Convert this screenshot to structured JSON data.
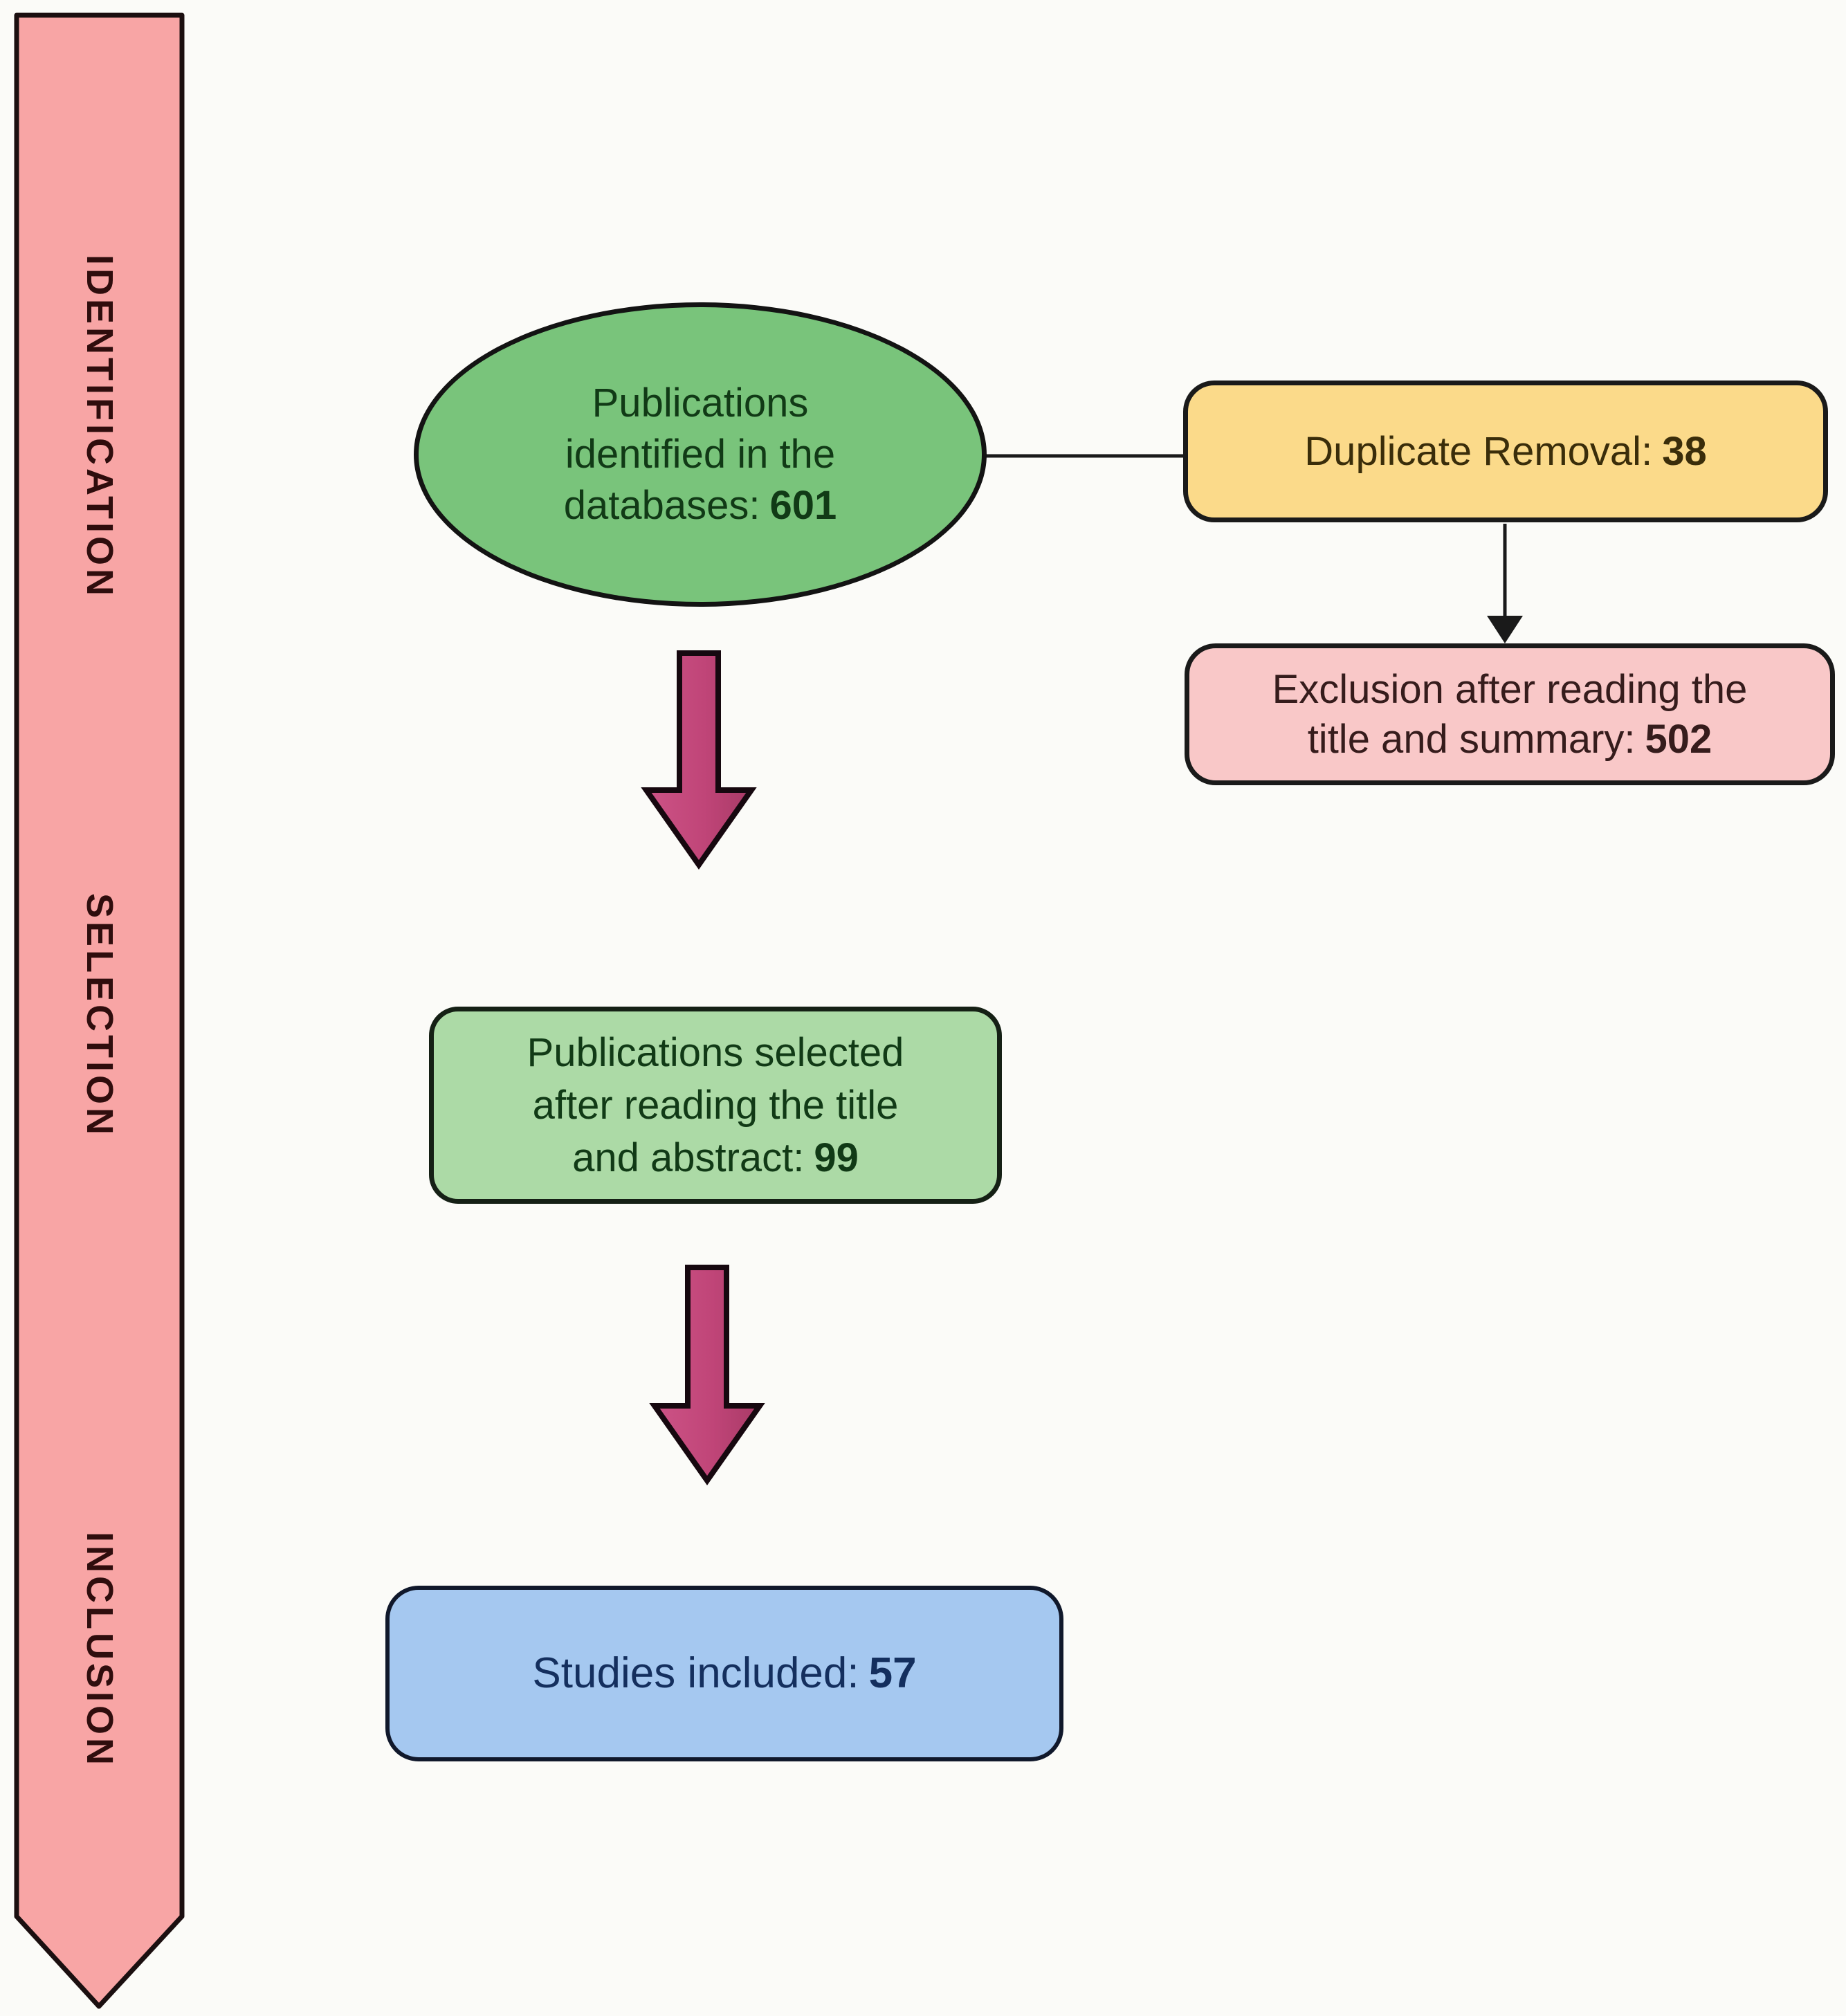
{
  "figure_type": "study-selection-flow-diagram",
  "colors": {
    "background": "#fbfbf8",
    "banner_fill": "#f8a5a5",
    "banner_text": "#2f0d0d",
    "ellipse_fill": "#79c47b",
    "green_box_fill": "#acdaa6",
    "green_text": "#113a16",
    "yellow_box_fill": "#fbda8a",
    "yellow_text": "#3a2d0a",
    "pink_box_fill": "#f9c8c8",
    "pink_text": "#361c1c",
    "blue_box_fill": "#a5c8f0",
    "blue_text": "#142f5e",
    "flow_arrow_fill": "#c04578",
    "line_color": "#1a1a1a"
  },
  "banner": {
    "items": [
      {
        "label": "IDENTIFICATION"
      },
      {
        "label": "SELECTION"
      },
      {
        "label": "INCLUSION"
      }
    ]
  },
  "nodes": {
    "identified": {
      "line1": "Publications",
      "line2": "identified in the",
      "last_label": "databases:",
      "value": "601"
    },
    "duplicate": {
      "label": "Duplicate Removal:",
      "value": "38"
    },
    "exclusion": {
      "line1": "Exclusion after reading the",
      "last_label": "title and summary:",
      "value": "502"
    },
    "selected": {
      "line1": "Publications selected",
      "line2": "after reading the title",
      "last_label": "and abstract:",
      "value": "99"
    },
    "included": {
      "label": "Studies included:",
      "value": "57"
    }
  }
}
